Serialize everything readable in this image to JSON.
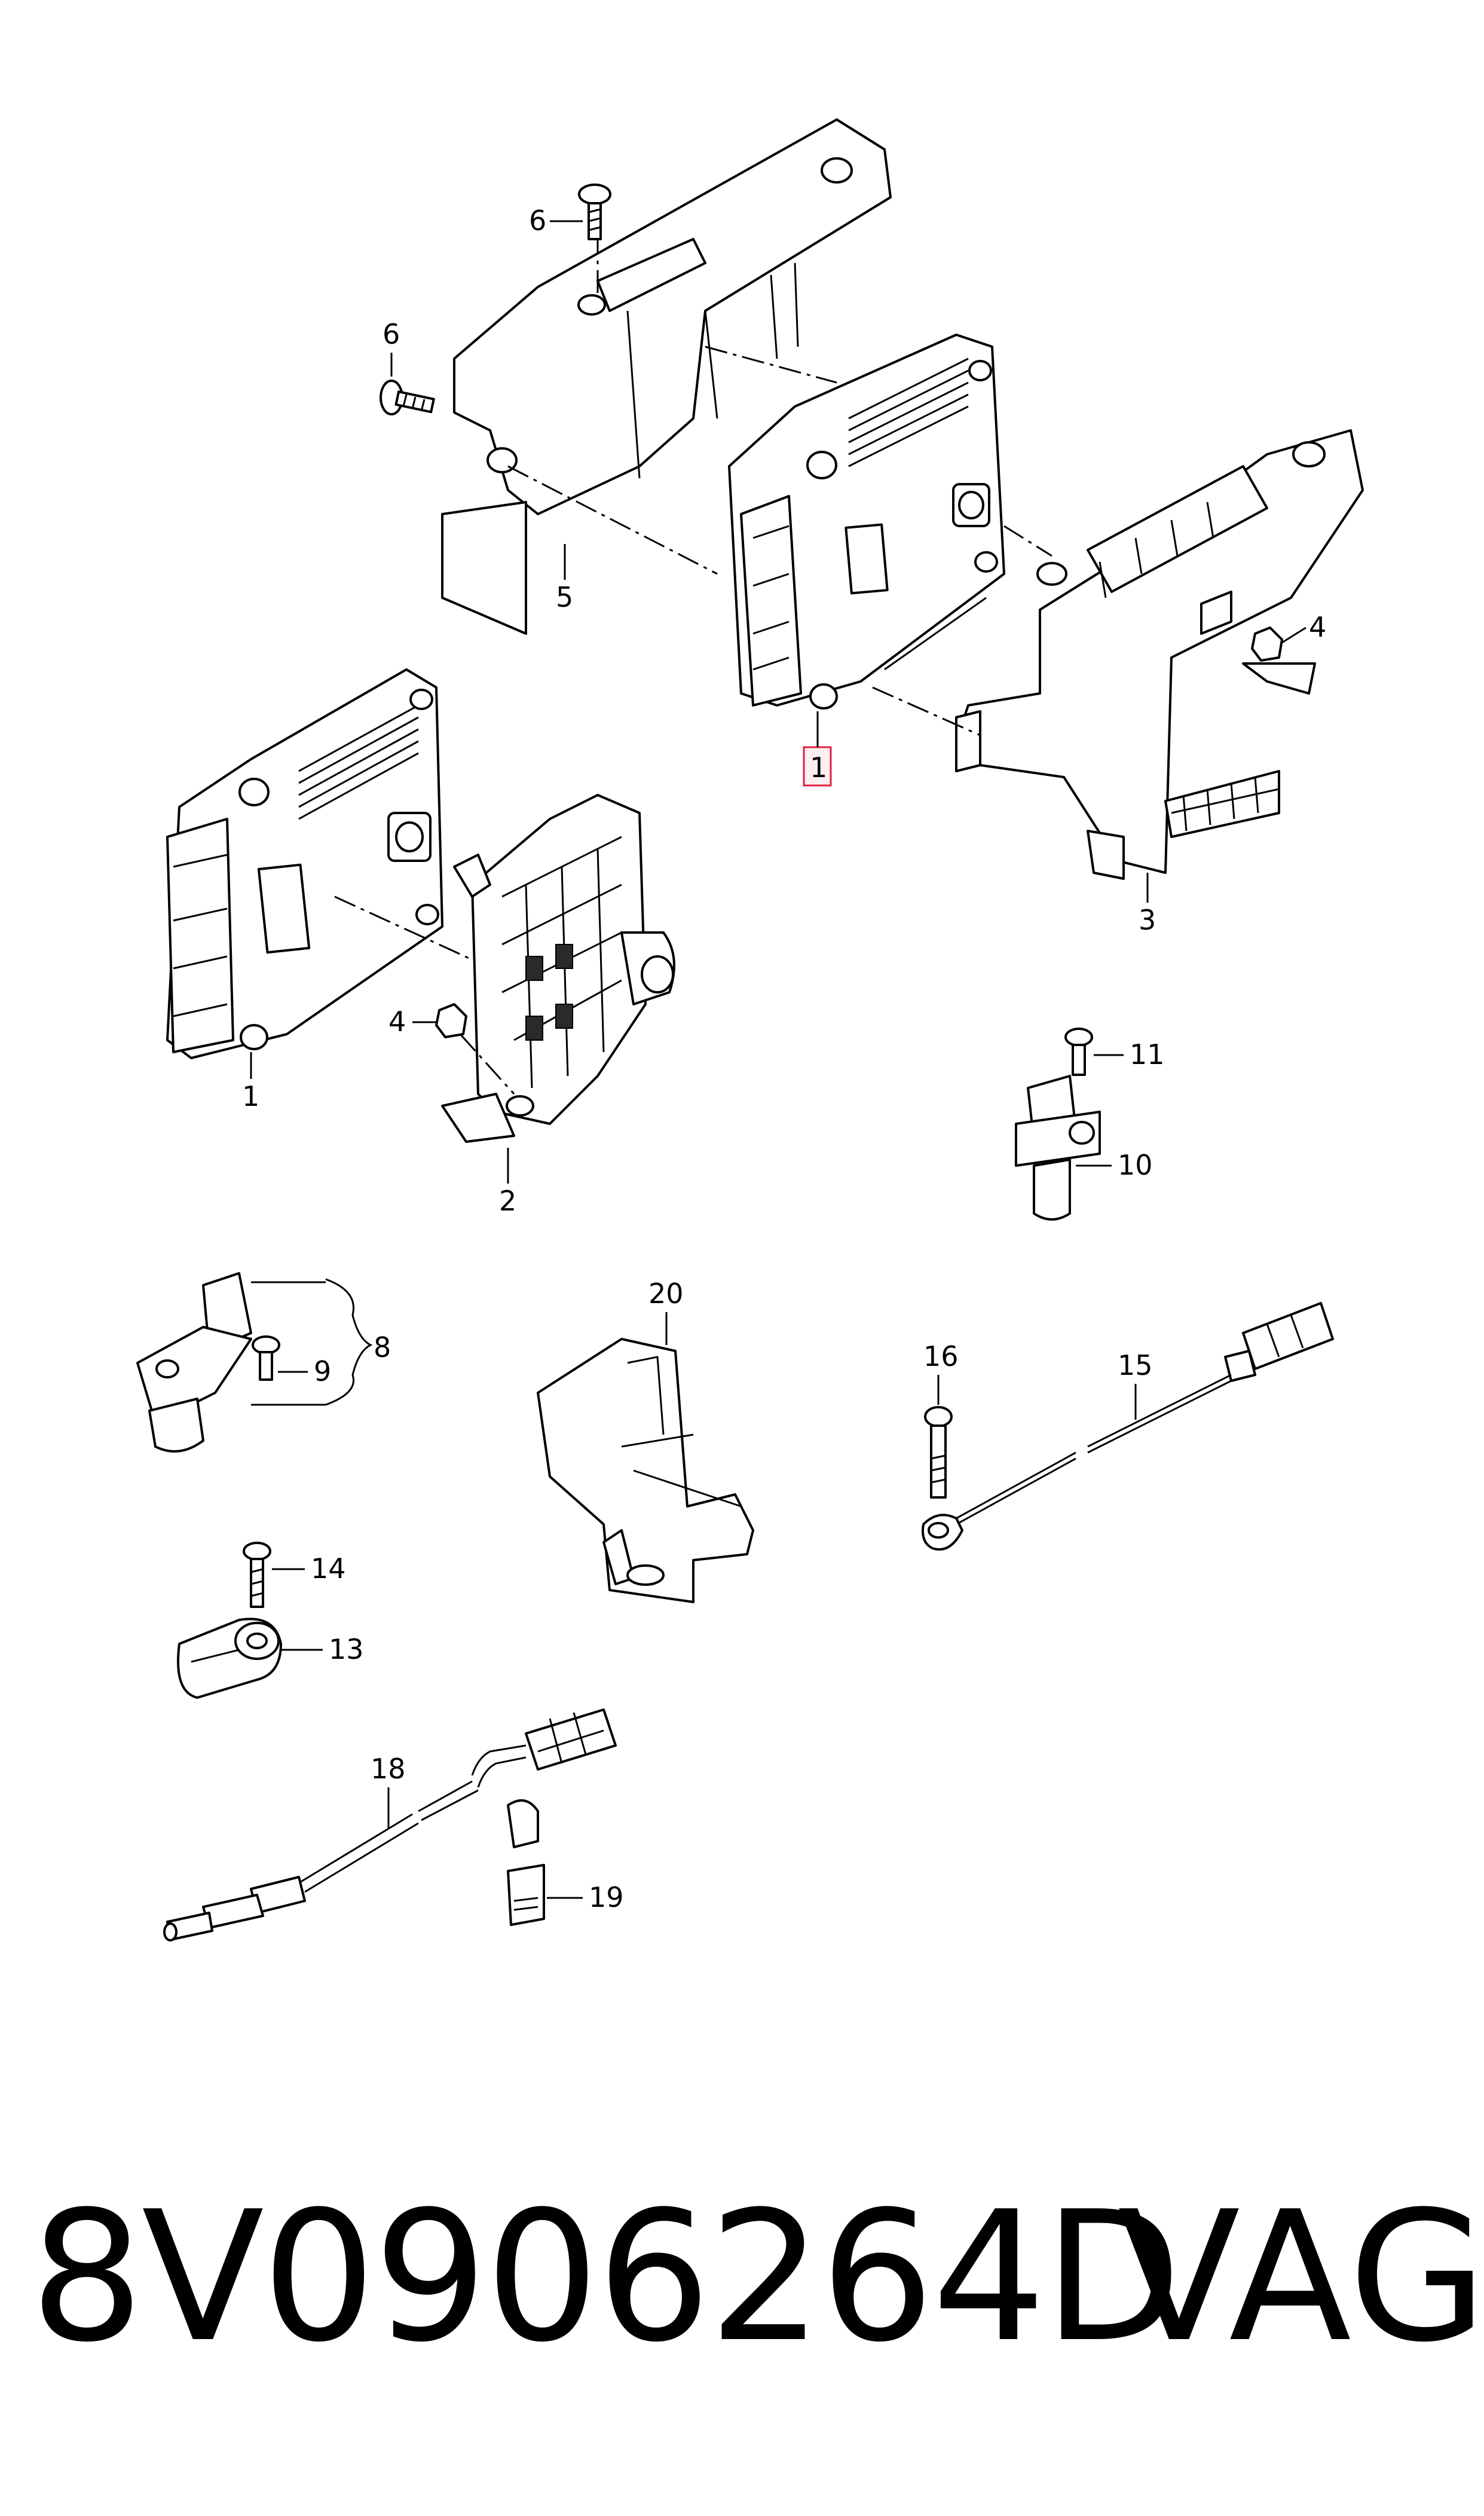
{
  "callouts": {
    "c1_top": "1",
    "c1_bottom": "1",
    "c2": "2",
    "c3": "3",
    "c4_right": "4",
    "c4_left": "4",
    "c5": "5",
    "c6_top": "6",
    "c6_left": "6",
    "c8": "8",
    "c9": "9",
    "c10": "10",
    "c11": "11",
    "c13": "13",
    "c14": "14",
    "c15": "15",
    "c16": "16",
    "c18": "18",
    "c19": "19",
    "c20": "20"
  },
  "footer": {
    "part_number": "8V0906264D",
    "brand": "VAG"
  },
  "highlight_color": "#e02040"
}
